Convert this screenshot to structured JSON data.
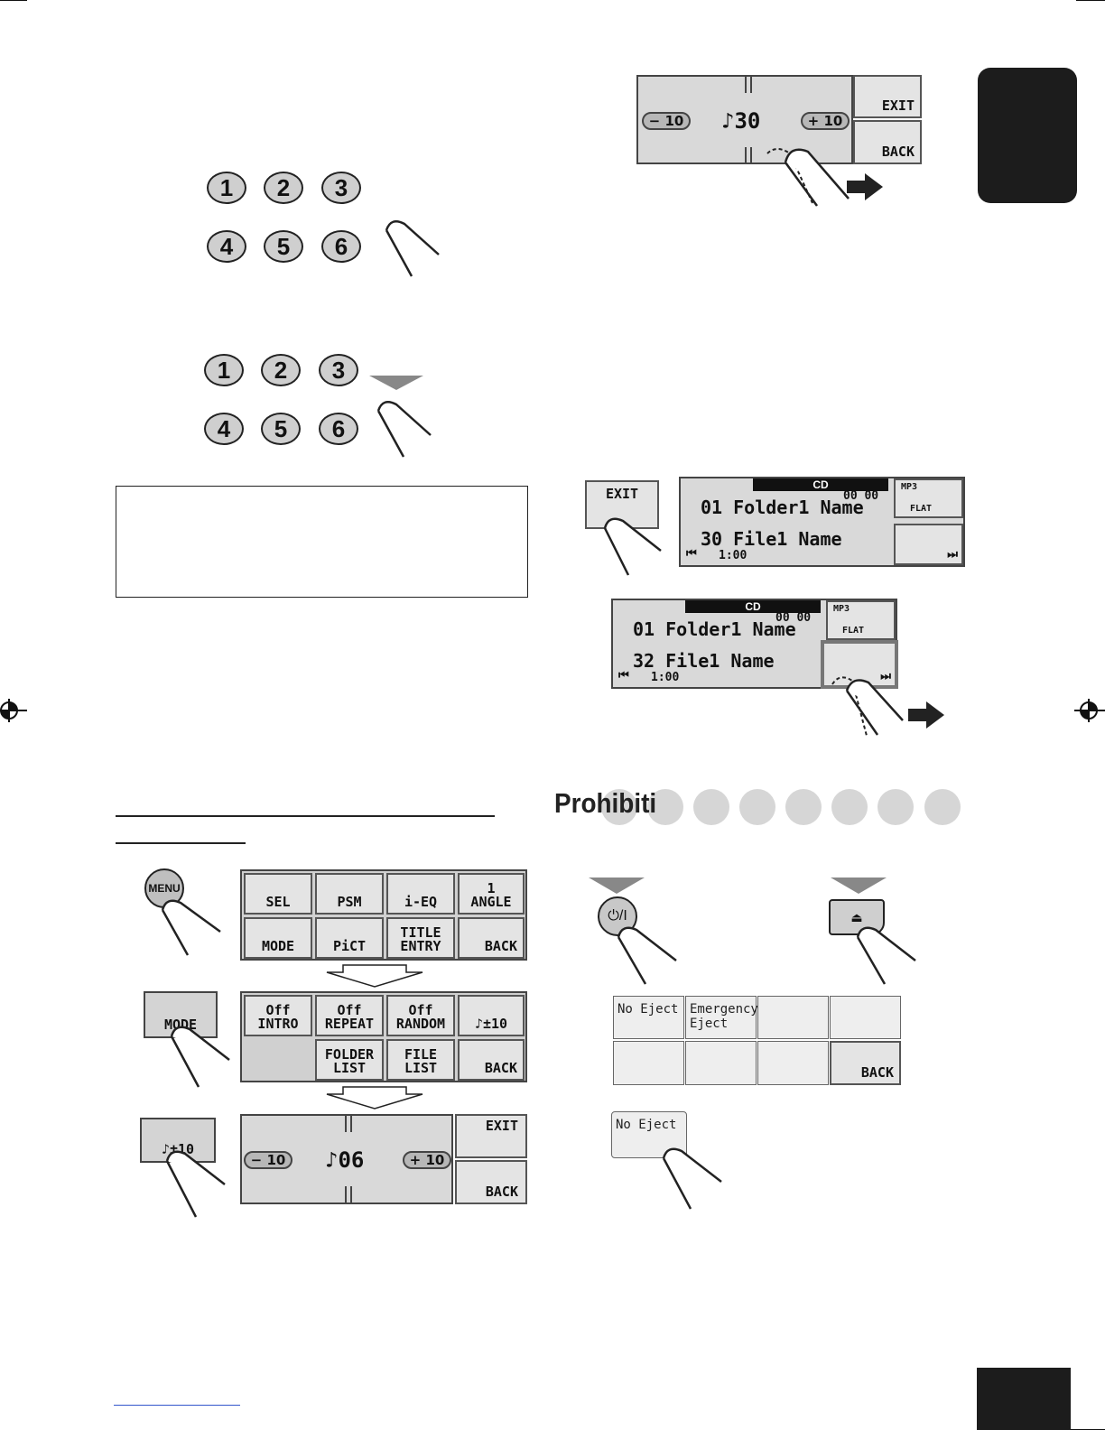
{
  "top_right_display": {
    "track_value": "♪30",
    "minus_label": "− 10",
    "plus_label": "+ 10",
    "exit_label": "EXIT",
    "back_label": "BACK"
  },
  "number_keys_top": [
    "1",
    "2",
    "3",
    "4",
    "5",
    "6"
  ],
  "number_keys_bottom": [
    "1",
    "2",
    "3",
    "4",
    "5",
    "6"
  ],
  "exit_button_label": "EXIT",
  "cd_display_1": {
    "source": "CD",
    "time_top": "00 00",
    "folder_line": "01 Folder1 Name",
    "file_line": "30 File1 Name",
    "elapsed": "1:00",
    "mp3_label": "MP3",
    "flat_label": "FLAT"
  },
  "cd_display_2": {
    "source": "CD",
    "time_top": "00 00",
    "folder_line": "01 Folder1 Name",
    "file_line": "32 File1 Name",
    "elapsed": "1:00",
    "mp3_label": "MP3",
    "flat_label": "FLAT"
  },
  "section_heading": "Prohibiti",
  "menu_button_label": "MENU",
  "menu_grid_1": [
    "SEL",
    "PSM",
    "i-EQ",
    "1\nANGLE",
    "MODE",
    "PiCT",
    "TITLE\nENTRY",
    "BACK"
  ],
  "mode_button_label": "MODE",
  "menu_grid_2": [
    "Off\nINTRO",
    "Off\nREPEAT",
    "Off\nRANDOM",
    "♪±10",
    "",
    "FOLDER\nLIST",
    "FILE\nLIST",
    "BACK"
  ],
  "skip_button_label": "♪±10",
  "bottom_display": {
    "track_value": "♪06",
    "minus_label": "− 10",
    "plus_label": "+ 10",
    "exit_label": "EXIT",
    "back_label": "BACK"
  },
  "power_button_label": "⏻/I",
  "eject_grid": [
    "No Eject",
    "Emergency\nEject",
    "",
    "",
    "",
    "",
    "",
    "BACK"
  ],
  "no_eject_button_label": "No Eject"
}
